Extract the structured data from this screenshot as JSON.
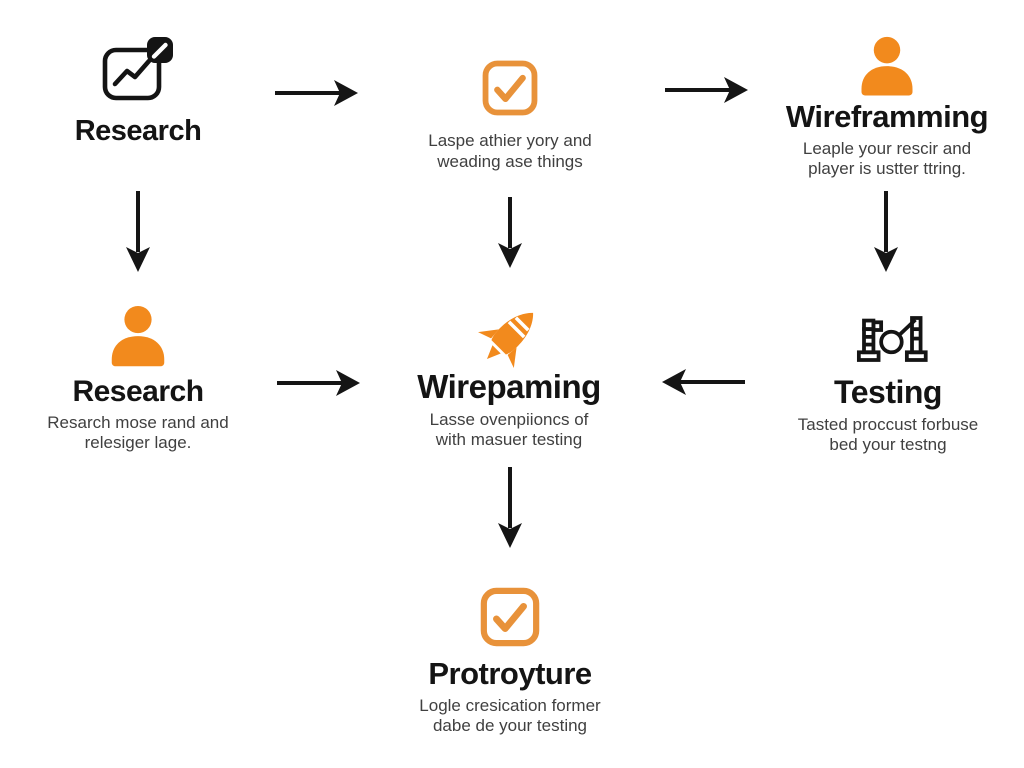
{
  "page": {
    "background": "#ffffff",
    "kind": "process-flow-diagram"
  },
  "colors": {
    "icon_orange": "#F28A1D",
    "checkbox_orange": "#E8923A",
    "arrow_black": "#151515",
    "title_ink": "#141414",
    "desc_gray": "#404040"
  },
  "nodes": {
    "research_top": {
      "icon": "chart-edit-icon",
      "title": "Research"
    },
    "checklist_top": {
      "icon": "checkbox-icon",
      "desc1": "Laspe athier yory and",
      "desc2": "weading ase things"
    },
    "wireframming": {
      "icon": "person-icon",
      "title": "Wireframming",
      "desc1": "Leaple your rescir and",
      "desc2": "player is ustter ttring."
    },
    "research_mid": {
      "icon": "person-icon",
      "title": "Research",
      "desc1": "Resarch mose rand and",
      "desc2": "relesiger lage."
    },
    "wirepaming": {
      "icon": "rocket-icon",
      "title": "Wirepaming",
      "desc1": "Lasse ovenpiioncs of",
      "desc2": "with masuer testing"
    },
    "testing": {
      "icon": "testing-rig-icon",
      "title": "Testing",
      "desc1": "Tasted proccust forbuse",
      "desc2": "bed your testng"
    },
    "protroyture": {
      "icon": "checkbox-icon",
      "title": "Protroyture",
      "desc1": "Logle cresication former",
      "desc2": "dabe de your testing"
    }
  },
  "arrows": [
    {
      "id": "arrow-research-top-to-checklist",
      "direction": "right"
    },
    {
      "id": "arrow-checklist-to-wireframming",
      "direction": "right"
    },
    {
      "id": "arrow-research-top-down",
      "direction": "down"
    },
    {
      "id": "arrow-checklist-down",
      "direction": "down"
    },
    {
      "id": "arrow-wireframming-down",
      "direction": "down"
    },
    {
      "id": "arrow-research-mid-to-wirepaming",
      "direction": "right"
    },
    {
      "id": "arrow-testing-to-wirepaming",
      "direction": "left"
    },
    {
      "id": "arrow-wirepaming-to-protroyture",
      "direction": "down"
    }
  ]
}
